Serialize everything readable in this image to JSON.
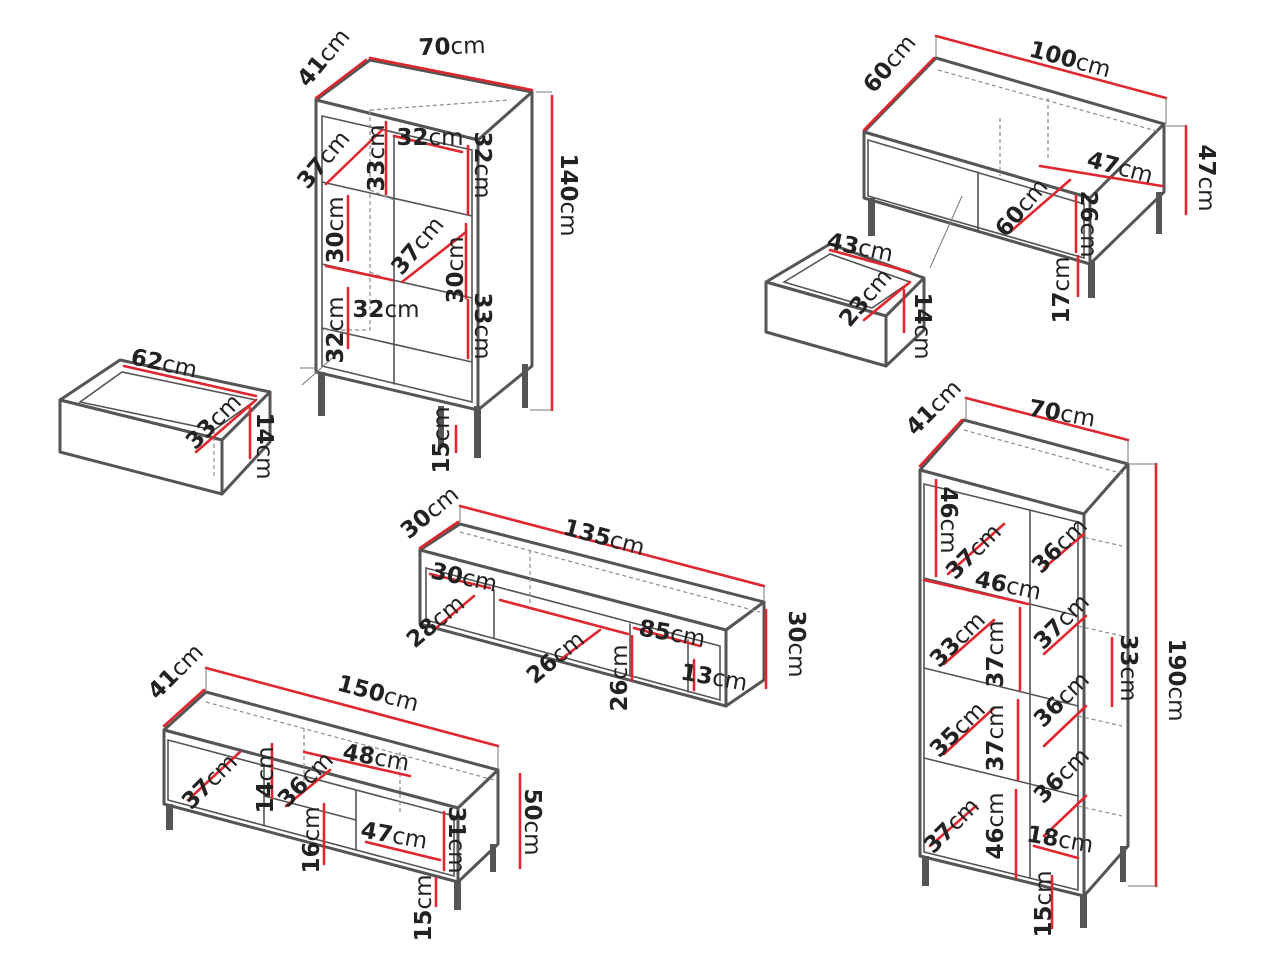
{
  "units": "cm",
  "colors": {
    "outline": "#555555",
    "dimension_line": "#e0262e",
    "hidden_edge": "#8c8c8c",
    "text": "#222222"
  },
  "items": {
    "cabinet_140": {
      "dims": {
        "width": "70",
        "depth": "41",
        "height": "140",
        "legs": "15",
        "left_shelf_w": "32",
        "left_shelf_d": "37",
        "left_upper_h": "33",
        "right_w": "32",
        "right_upper_h": "32",
        "left_mid_h": "30",
        "right_d": "37",
        "left_mid_w": "32",
        "right_mid_h": "30",
        "left_lower_h": "32",
        "right_lower_h": "33"
      },
      "drawer": {
        "width": "62",
        "depth": "33",
        "height": "14"
      }
    },
    "coffee_table": {
      "dims": {
        "width": "100",
        "depth": "60",
        "height": "47",
        "inner_w": "47",
        "inner_d": "60",
        "inner_h": "26",
        "legs": "17"
      },
      "drawer": {
        "width": "43",
        "depth": "23",
        "height": "14"
      }
    },
    "tv_stand_135": {
      "dims": {
        "width": "135",
        "depth": "30",
        "height": "30",
        "left_w": "30",
        "left_d": "28",
        "center_d": "26",
        "center_w": "85",
        "center_h": "26",
        "right_h": "13"
      }
    },
    "sideboard_150": {
      "dims": {
        "width": "150",
        "depth": "41",
        "height": "50",
        "left_d": "37",
        "drawer_h": "14",
        "mid_d": "36",
        "top_w": "48",
        "mid_h": "16",
        "right_w": "47",
        "right_h": "31",
        "legs": "15"
      }
    },
    "tall_cabinet_190": {
      "dims": {
        "width": "70",
        "depth": "41",
        "height": "190",
        "top_h": "46",
        "top_d": "37",
        "top_w": "46",
        "r1_d": "36",
        "l2_d": "33",
        "l2_h": "37",
        "r2_d": "37",
        "r_h": "33",
        "l3_d": "35",
        "l3_h": "37",
        "r3_d": "36",
        "r4_d": "36",
        "l4_d": "37",
        "l4_h": "46",
        "legs": "15",
        "bottom_w": "18"
      }
    }
  }
}
